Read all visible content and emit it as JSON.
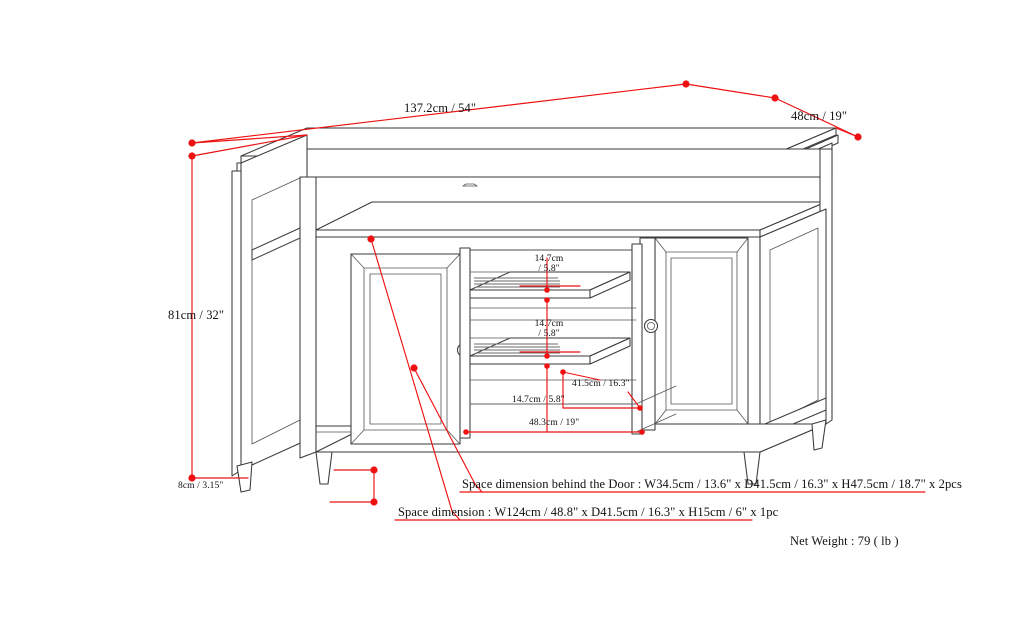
{
  "diagram": {
    "title": "TV Stand Dimension Drawing",
    "accent_color": "#ee1111",
    "line_color": "#3a3a3a",
    "background": "#ffffff"
  },
  "dimensions": {
    "width": "137.2cm / 54\"",
    "depth": "48cm / 19\"",
    "height": "81cm / 32\"",
    "leg_height": "8cm / 3.15\"",
    "shelf_gap_top": {
      "metric": "14.7cm",
      "imperial": "/ 5.8\""
    },
    "shelf_gap_middle": {
      "metric": "14.7cm",
      "imperial": "/ 5.8\""
    },
    "shelf_gap_bottom": "14.7cm / 5.8\"",
    "center_opening_height": "41.5cm / 16.3\"",
    "center_opening_width": "48.3cm / 19\""
  },
  "captions": {
    "behind_door": "Space dimension behind the Door  : W34.5cm / 13.6\" x D41.5cm / 16.3\" x H47.5cm / 18.7\" x 2pcs",
    "open_space": "Space dimension : W124cm / 48.8\" x D41.5cm / 16.3\" x H15cm / 6\" x 1pc"
  },
  "net_weight": "Net Weight : 79 ( lb )"
}
